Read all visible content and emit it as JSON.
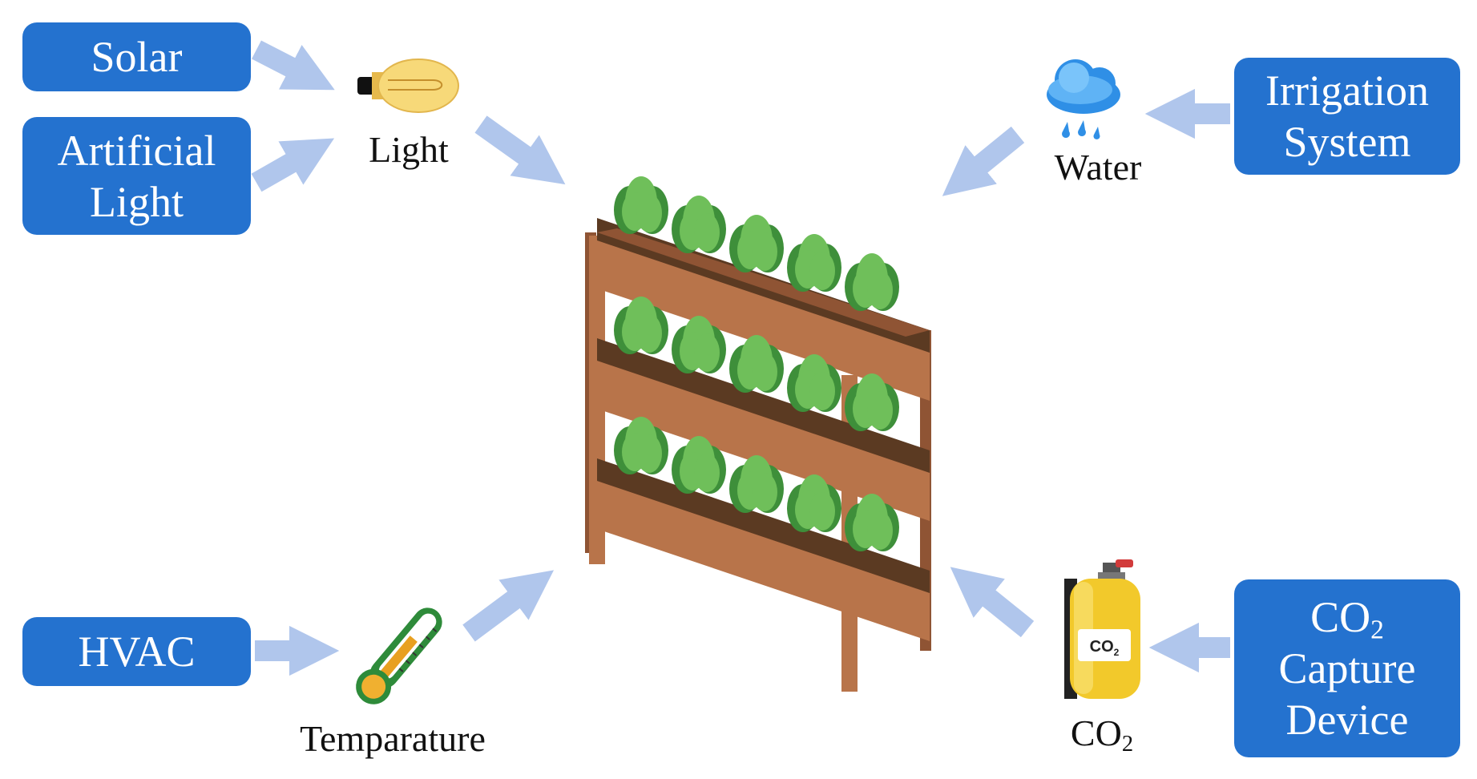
{
  "sources": {
    "solar": {
      "lines": [
        "Solar"
      ]
    },
    "artificial_light": {
      "lines": [
        "Artificial",
        "Light"
      ]
    },
    "hvac": {
      "lines": [
        "HVAC"
      ]
    },
    "irrigation": {
      "lines": [
        "Irrigation",
        "System"
      ]
    },
    "co2_capture": {
      "main": "CO",
      "sub": "2",
      "lines": [
        "Capture",
        "Device"
      ]
    }
  },
  "factors": {
    "light": "Light",
    "water": "Water",
    "temperature": "Temparature",
    "co2": {
      "main": "CO",
      "sub": "2"
    }
  },
  "tank_label": {
    "main": "CO",
    "sub": "2"
  },
  "colors": {
    "box": "#2472cf",
    "arrow": "#b0c6ec",
    "wood": "#b8744a",
    "wood_dark": "#8f5434",
    "soil": "#5b3a22",
    "leaf": "#6fbf5a",
    "leaf_dark": "#3e8f3a"
  },
  "icons": [
    "light-bulb-icon",
    "rain-cloud-icon",
    "thermometer-icon",
    "co2-tank-icon",
    "plant-shelf-icon"
  ]
}
